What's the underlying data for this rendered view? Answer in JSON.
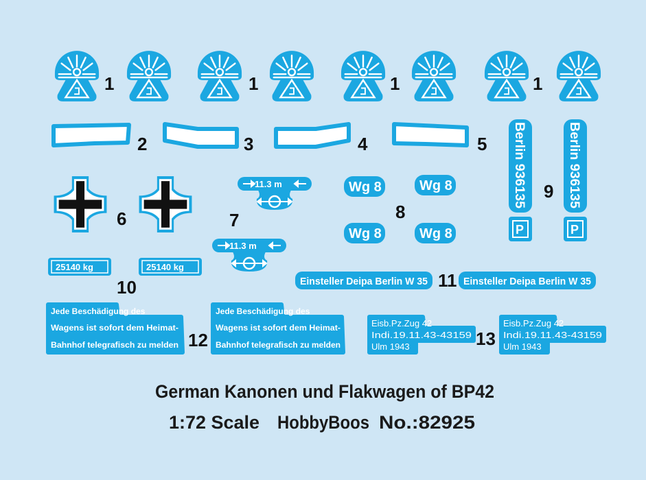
{
  "colors": {
    "background": "#cfe6f5",
    "decal_blue": "#1ba7e1",
    "white": "#ffffff",
    "black": "#111111"
  },
  "labels": {
    "n1": "1",
    "n2": "2",
    "n3": "3",
    "n4": "4",
    "n5": "5",
    "n6": "6",
    "n7": "7",
    "n8": "8",
    "n9": "9",
    "n10": "10",
    "n11": "11",
    "n12": "12",
    "n13": "13"
  },
  "decals": {
    "emblem_letter": "J",
    "distance": "11.3 m",
    "wg": "Wg 8",
    "berlin": "Berlin  936135",
    "parking": "P",
    "weight": "25140 kg",
    "einsteller": "Einsteller Deipa Berlin W 35",
    "notice_lines": [
      "Jede Beschädigung  des",
      "Wagens ist sofort dem Heimat-",
      "Bahnhof telegrafisch zu melden"
    ],
    "unit_lines": [
      "Eisb.Pz.Zug 42",
      "Indi.19.11.43-43159",
      "Ulm 1943"
    ]
  },
  "title": {
    "line1": "German Kanonen und Flakwagen of BP42",
    "scale": "1:72 Scale",
    "brand": "HobbyBoos",
    "number": "No.:82925"
  }
}
